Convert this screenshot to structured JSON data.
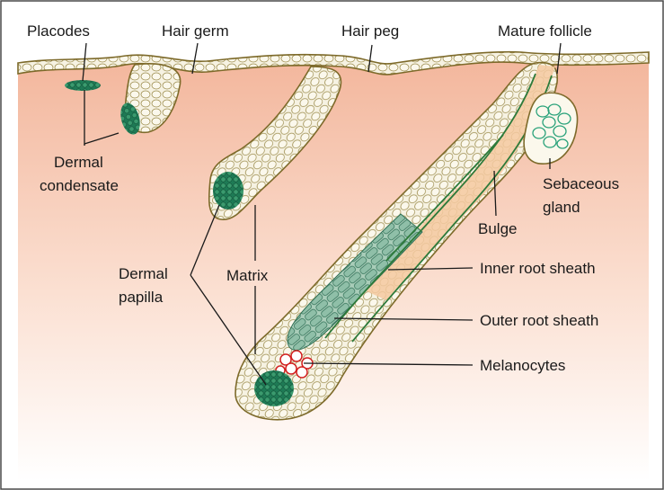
{
  "figure": {
    "colors": {
      "frame": "#4a4a4a",
      "dermis_top": "#f3b79d",
      "dermis_bottom": "#ffffff",
      "epithelium_fill": "#f6f2e2",
      "epithelium_outline": "#7d6a2a",
      "cell_outline": "#8a7a3a",
      "dermal_papilla": "#1e7a55",
      "dermal_papilla_light": "#4fb186",
      "inner_root_sheath": "#8fbfa8",
      "hair_shaft": "#f4c9a0",
      "sebaceous_outline": "#2aa27a",
      "melanocyte": "#d32020",
      "green_line": "#2d7a3a"
    },
    "labels": {
      "placodes": "Placodes",
      "hair_germ": "Hair germ",
      "hair_peg": "Hair peg",
      "mature_follicle": "Mature follicle",
      "dermal_condensate_1": "Dermal",
      "dermal_condensate_2": "condensate",
      "sebaceous_1": "Sebaceous",
      "sebaceous_2": "gland",
      "bulge": "Bulge",
      "dermal_papilla_1": "Dermal",
      "dermal_papilla_2": "papilla",
      "matrix": "Matrix",
      "inner_root_sheath": "Inner root sheath",
      "outer_root_sheath": "Outer root sheath",
      "melanocytes": "Melanocytes"
    }
  }
}
